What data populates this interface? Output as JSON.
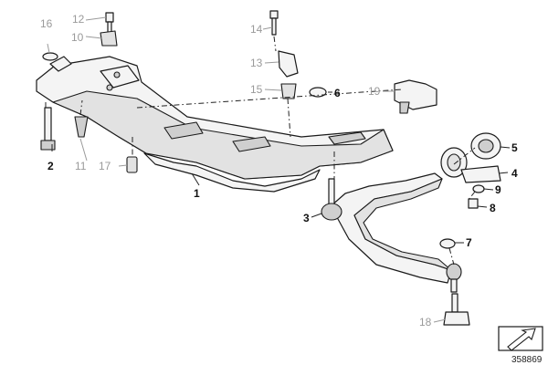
{
  "diagram": {
    "id_code": "358869",
    "callouts": [
      {
        "key": "c1",
        "text": "1",
        "style": "bold"
      },
      {
        "key": "c2",
        "text": "2",
        "style": "bold"
      },
      {
        "key": "c3",
        "text": "3",
        "style": "bold"
      },
      {
        "key": "c4",
        "text": "4",
        "style": "bold"
      },
      {
        "key": "c5",
        "text": "5",
        "style": "bold"
      },
      {
        "key": "c6",
        "text": "6",
        "style": "bold"
      },
      {
        "key": "c7",
        "text": "7",
        "style": "bold"
      },
      {
        "key": "c8",
        "text": "8",
        "style": "bold"
      },
      {
        "key": "c9",
        "text": "9",
        "style": "bold"
      },
      {
        "key": "c10",
        "text": "10",
        "style": "grey"
      },
      {
        "key": "c11",
        "text": "11",
        "style": "grey"
      },
      {
        "key": "c12",
        "text": "12",
        "style": "grey"
      },
      {
        "key": "c13",
        "text": "13",
        "style": "grey"
      },
      {
        "key": "c14",
        "text": "14",
        "style": "grey"
      },
      {
        "key": "c15",
        "text": "15",
        "style": "grey"
      },
      {
        "key": "c16",
        "text": "16",
        "style": "grey"
      },
      {
        "key": "c17",
        "text": "17",
        "style": "grey"
      },
      {
        "key": "c18",
        "text": "18",
        "style": "grey"
      },
      {
        "key": "c19",
        "text": "19",
        "style": "grey"
      }
    ]
  }
}
